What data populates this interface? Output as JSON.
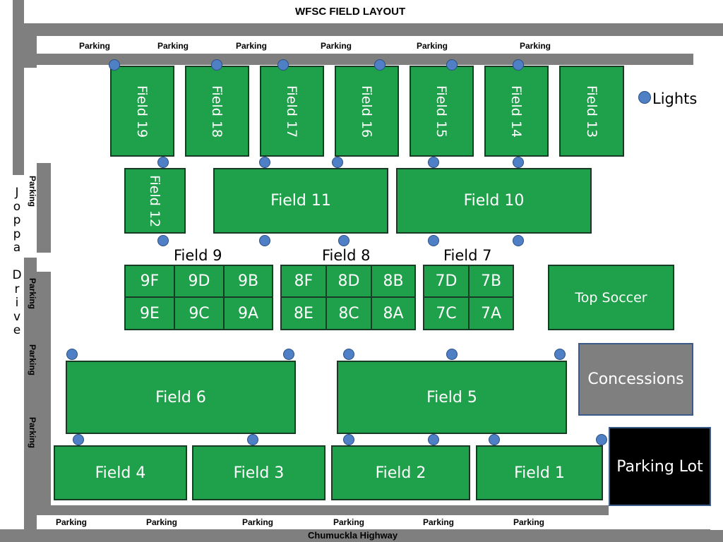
{
  "title": "WFSC  FIELD LAYOUT",
  "road_bottom": "Chumuckla Highway",
  "road_left_letters": [
    "J",
    "o",
    "p",
    "p",
    "a",
    "",
    "D",
    "r",
    "i",
    "v",
    "e"
  ],
  "legend": {
    "label": "Lights"
  },
  "parking_label": "Parking",
  "fields": {
    "f19": "Field 19",
    "f18": "Field 18",
    "f17": "Field 17",
    "f16": "Field 16",
    "f15": "Field 15",
    "f14": "Field 14",
    "f13": "Field 13",
    "f12": "Field 12",
    "f11": "Field 11",
    "f10": "Field 10",
    "f6": "Field 6",
    "f5": "Field 5",
    "f4": "Field 4",
    "f3": "Field 3",
    "f2": "Field 2",
    "f1": "Field 1"
  },
  "groups": {
    "g9": {
      "label": "Field 9",
      "subs": [
        "9F",
        "9D",
        "9B",
        "9E",
        "9C",
        "9A"
      ]
    },
    "g8": {
      "label": "Field 8",
      "subs": [
        "8F",
        "8D",
        "8B",
        "8E",
        "8C",
        "8A"
      ]
    },
    "g7": {
      "label": "Field 7",
      "subs": [
        "7D",
        "7B",
        "7C",
        "7A"
      ]
    }
  },
  "facilities": {
    "top_soccer": "Top Soccer",
    "concessions": "Concessions",
    "parking_lot": "Parking Lot"
  },
  "colors": {
    "field": "#1fa04a",
    "road": "#7f7f7f",
    "light": "#4f7fc4",
    "concessions": "#7f7f7f",
    "parking_lot": "#000000"
  }
}
